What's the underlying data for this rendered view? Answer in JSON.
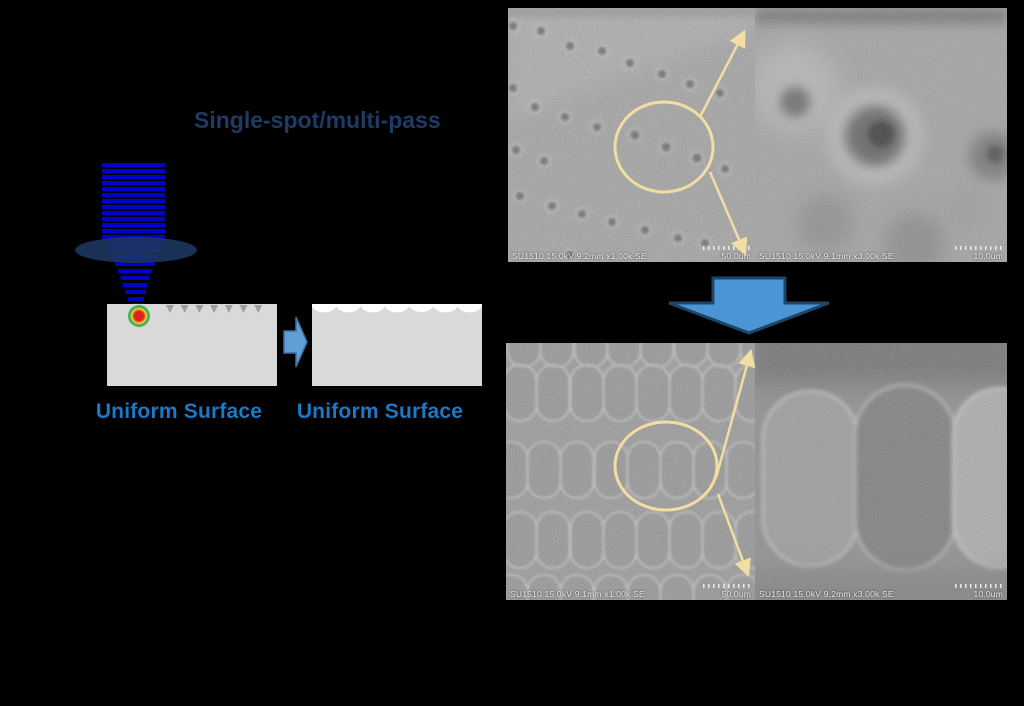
{
  "slide": {
    "title": "Single-spot/multi-pass"
  },
  "diagram": {
    "before_label": "Uniform Surface",
    "after_label": "Uniform Surface"
  },
  "sem": {
    "top_left": {
      "caption": "SU1510 15.0kV 9.2mm x1.00k SE",
      "scale": "50.0um"
    },
    "top_right": {
      "caption": "SU1510 15.0kV 9.1mm x3.00k SE",
      "scale": "10.0um"
    },
    "bottom_left": {
      "caption": "SU1510 15.0kV 9.1mm x1.00k SE",
      "scale": "50.0um"
    },
    "bottom_right": {
      "caption": "SU1510 15.0kV 9.2mm x3.00k SE",
      "scale": "10.0um"
    }
  },
  "colors": {
    "title_text": "#1F3A63",
    "surface_label_text": "#1B79C5",
    "laser_beam_blue": "#0000CD",
    "lens_navy": "#1F3864",
    "surface_gray": "#D9D9D9",
    "block_arrow_fill": "#4B95D5",
    "block_arrow_stroke": "#1F4566",
    "annotation_yellow": "#F2DDA2"
  }
}
